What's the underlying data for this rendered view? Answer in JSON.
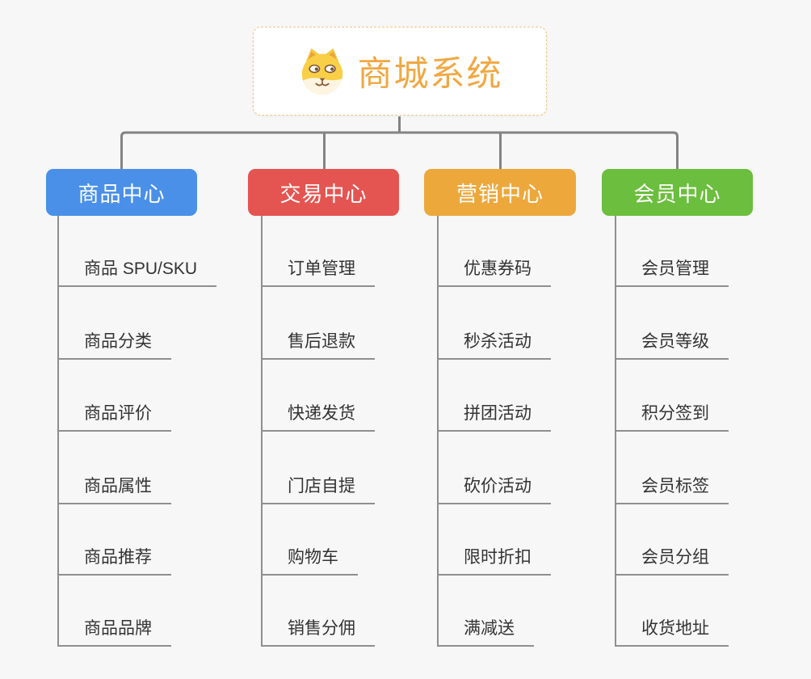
{
  "page": {
    "background_color": "#f7f7f7",
    "connector_color": "#838383",
    "leaf_line_color": "#8f8f8f",
    "leaf_text_color": "#333333"
  },
  "root": {
    "label": "商城系统",
    "text_color": "#f0a843",
    "border_color": "#f0c588",
    "icon": "dog-face-icon"
  },
  "branches": [
    {
      "label": "商品中心",
      "color": "#4a90e8",
      "children": [
        "商品 SPU/SKU",
        "商品分类",
        "商品评价",
        "商品属性",
        "商品推荐",
        "商品品牌"
      ]
    },
    {
      "label": "交易中心",
      "color": "#e45551",
      "children": [
        "订单管理",
        "售后退款",
        "快递发货",
        "门店自提",
        "购物车",
        "销售分佣"
      ]
    },
    {
      "label": "营销中心",
      "color": "#edA83c",
      "children": [
        "优惠券码",
        "秒杀活动",
        "拼团活动",
        "砍价活动",
        "限时折扣",
        "满减送"
      ]
    },
    {
      "label": "会员中心",
      "color": "#6cbe3e",
      "children": [
        "会员管理",
        "会员等级",
        "积分签到",
        "会员标签",
        "会员分组",
        "收货地址"
      ]
    }
  ]
}
